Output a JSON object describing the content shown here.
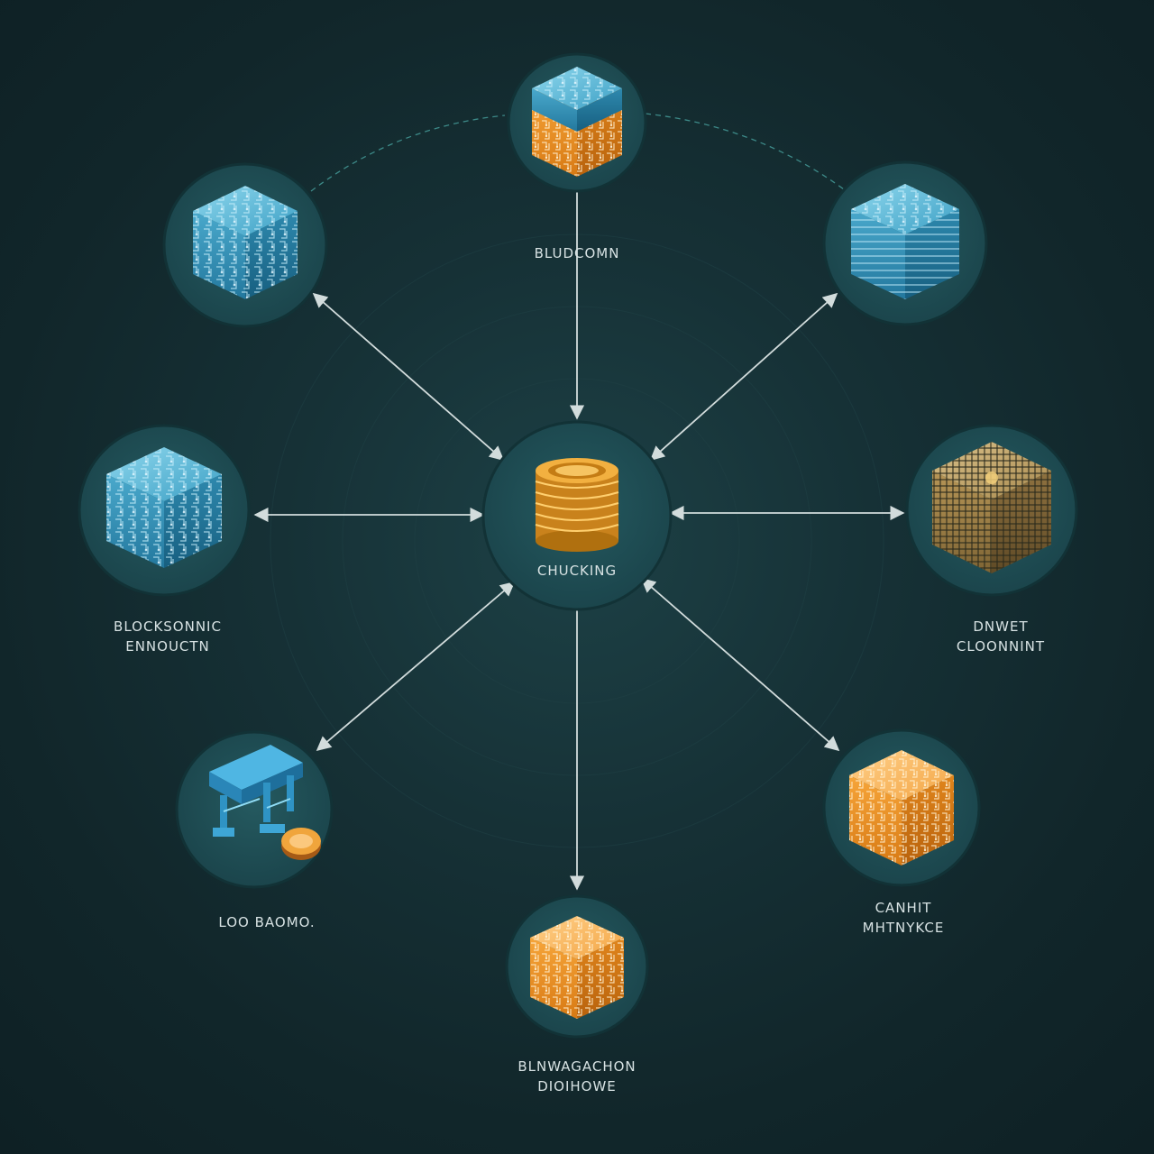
{
  "diagram": {
    "center": {
      "label": "CHUCKING",
      "icon": "coin-stack-icon"
    },
    "nodes": [
      {
        "id": "top",
        "label_lines": [
          "BLUDCOMN"
        ],
        "icon": "blue-orange-block-icon"
      },
      {
        "id": "upper-left",
        "label_lines": [],
        "icon": "blue-cube-icon"
      },
      {
        "id": "upper-right",
        "label_lines": [],
        "icon": "blue-layered-cube-icon"
      },
      {
        "id": "left",
        "label_lines": [
          "BLOCKSONNIC",
          "ENNOUCTN"
        ],
        "icon": "blue-circuit-cube-icon"
      },
      {
        "id": "right",
        "label_lines": [
          "DNWET",
          "CLOONNINT"
        ],
        "icon": "gold-mesh-cube-icon"
      },
      {
        "id": "lower-left",
        "label_lines": [
          "LOO BAOMO."
        ],
        "icon": "mining-machine-icon"
      },
      {
        "id": "lower-right",
        "label_lines": [
          "CANHIT",
          "MHTNYKCE"
        ],
        "icon": "orange-cube-icon"
      },
      {
        "id": "bottom",
        "label_lines": [
          "BLNWAGACHON",
          "DIOIHOWE"
        ],
        "icon": "orange-circuit-cube-icon"
      }
    ],
    "colors": {
      "background": "#12282c",
      "node_fill": "#1d4a50",
      "connector": "#d2dcdc",
      "arc": "#3d8a88",
      "blue_cube": "#3fa2c8",
      "orange_cube": "#f29a2a",
      "gold": "#e8a632"
    }
  }
}
